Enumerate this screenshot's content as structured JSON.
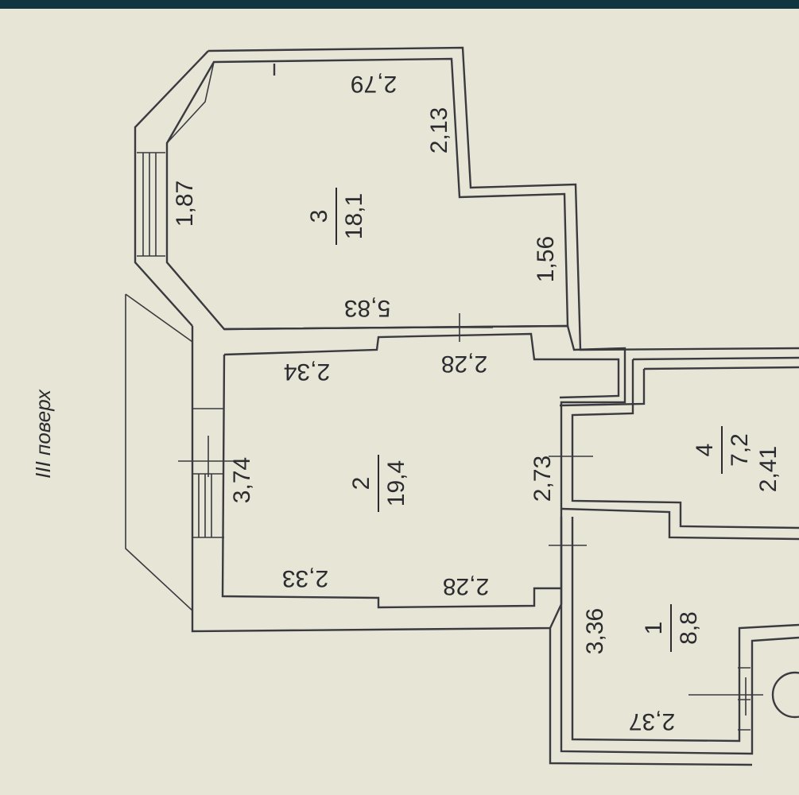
{
  "floor_label": "III поверх",
  "rooms": [
    {
      "number": "1",
      "area": "8,8"
    },
    {
      "number": "2",
      "area": "19,4"
    },
    {
      "number": "3",
      "area": "18,1"
    },
    {
      "number": "4",
      "area": "7,2"
    }
  ],
  "dimensions": {
    "room3_top": "2,79",
    "room3_right_upper": "2,13",
    "room3_left": "1,87",
    "room3_right_lower": "1,56",
    "room3_bottom": "5,83",
    "room2_top_right": "2,28",
    "room2_top_left": "2,34",
    "room2_left": "3,74",
    "room2_right": "2,73",
    "room2_bottom_left": "2,33",
    "room2_bottom_right": "2,28",
    "room4_side": "2,41",
    "room1_side": "3,36",
    "room1_bottom": "2,37"
  }
}
